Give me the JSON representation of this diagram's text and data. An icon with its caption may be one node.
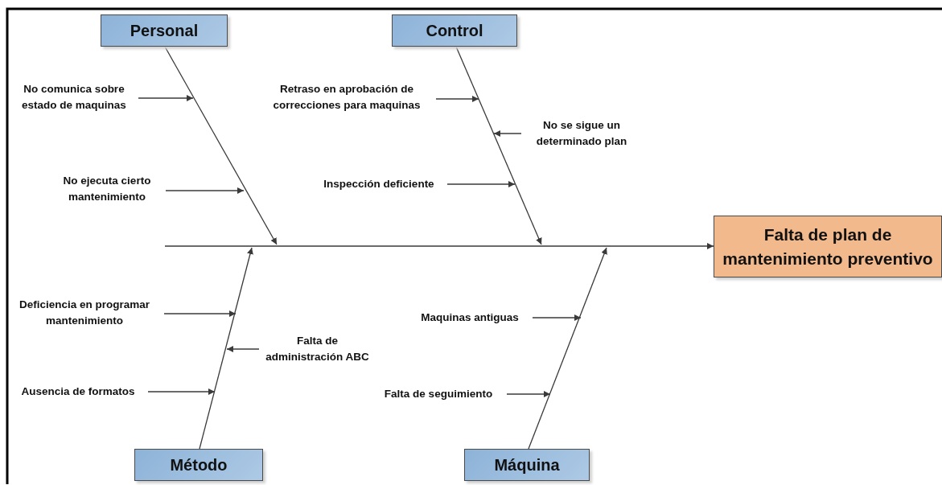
{
  "diagram": {
    "nodes": [
      {
        "text": [
          "Personal"
        ]
      },
      {
        "text": [
          "Control"
        ]
      },
      {
        "text": [
          "Falta de plan de mantenimiento preventivo"
        ]
      },
      {
        "text": [
          "Método"
        ]
      },
      {
        "text": [
          "Máquina"
        ]
      },
      {
        "text": [
          "No comunica sobre estado de maquinas"
        ]
      },
      {
        "text": [
          "No ejecuta cierto mantenimiento"
        ]
      },
      {
        "text": [
          "Retraso en aprobación de correcciones para maquinas"
        ]
      },
      {
        "text": [
          "No se sigue un determinado plan"
        ]
      },
      {
        "text": [
          "Inspección deficiente"
        ]
      },
      {
        "text": [
          "Deficiencia en programar mantenimiento"
        ]
      },
      {
        "text": [
          "Falta de administración ABC"
        ]
      },
      {
        "text": [
          "Ausencia de formatos"
        ]
      },
      {
        "text": [
          "Maquinas antiguas"
        ]
      },
      {
        "text": [
          "Falta de seguimiento"
        ]
      }
    ],
    "edges": [
      {
        "from": 0,
        "to": null,
        "arrow": "to"
      },
      {
        "from": 1,
        "to": null,
        "arrow": "to"
      },
      {
        "from": 3,
        "to": null,
        "arrow": "to"
      },
      {
        "from": 4,
        "to": null,
        "arrow": "to"
      },
      {
        "from": null,
        "to": 2,
        "arrow": "to"
      },
      {
        "from": 5,
        "to": null,
        "arrow": "to"
      },
      {
        "from": 6,
        "to": null,
        "arrow": "to"
      },
      {
        "from": 7,
        "to": null,
        "arrow": "to"
      },
      {
        "from": 8,
        "to": null,
        "arrow": "to"
      },
      {
        "from": 9,
        "to": null,
        "arrow": "to"
      },
      {
        "from": 10,
        "to": null,
        "arrow": "to"
      },
      {
        "from": 11,
        "to": null,
        "arrow": "to"
      },
      {
        "from": 12,
        "to": null,
        "arrow": "to"
      },
      {
        "from": 13,
        "to": null,
        "arrow": "to"
      },
      {
        "from": 14,
        "to": null,
        "arrow": "to"
      }
    ]
  }
}
